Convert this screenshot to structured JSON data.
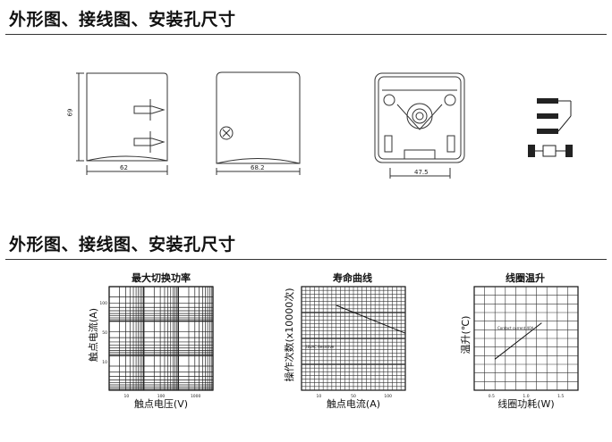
{
  "page": {
    "section_title_1": "外形图、接线图、安装孔尺寸",
    "section_title_2": "外形图、接线图、安装孔尺寸"
  },
  "drawings": {
    "height_dim": "69",
    "width_dim_1": "62",
    "width_dim_2": "68.2",
    "width_dim_3": "47.5"
  },
  "chart_data": [
    {
      "type": "line",
      "title": "最大切换功率",
      "xlabel": "触点电压(V)",
      "ylabel": "触点电流(A)",
      "x_ticks": [
        "10",
        "100",
        "1000"
      ],
      "y_ticks": [
        "100",
        "50",
        "10"
      ],
      "grid": true,
      "series": []
    },
    {
      "type": "line",
      "title": "寿命曲线",
      "xlabel": "触点电流(A)",
      "ylabel": "操作次数(x10000次)",
      "x_ticks": [
        "10",
        "50",
        "100"
      ],
      "annotation": "28VAC Resistive",
      "grid": true,
      "series": [
        {
          "x": [
            40,
            100
          ],
          "y": [
            0.82,
            0.55
          ]
        }
      ]
    },
    {
      "type": "line",
      "title": "线圈温升",
      "xlabel": "线圈功耗(W)",
      "ylabel": "温升(℃)",
      "x_ticks": [
        "0.5",
        "1.0",
        "1.5"
      ],
      "annotation": "Contact current 40A",
      "grid": true,
      "series": [
        {
          "x": [
            0.7,
            1.15
          ],
          "y": [
            0.3,
            0.65
          ]
        }
      ]
    }
  ]
}
